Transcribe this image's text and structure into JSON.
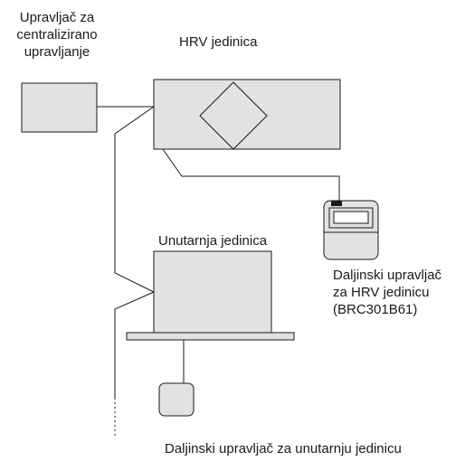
{
  "labels": {
    "central_controller": [
      "Upravljač za",
      "centralizirano",
      "upravljanje"
    ],
    "hrv_unit": "HRV jedinica",
    "indoor_unit": "Unutarnja jedinica",
    "hrv_remote": [
      "Daljinski upravljač",
      "za HRV jedinicu",
      "(BRC301B61)"
    ],
    "indoor_remote": "Daljinski upravljač za unutarnju jedinicu"
  },
  "colors": {
    "box_fill": "#e2e2e2",
    "line": "#1a1a1a",
    "background": "#ffffff"
  }
}
